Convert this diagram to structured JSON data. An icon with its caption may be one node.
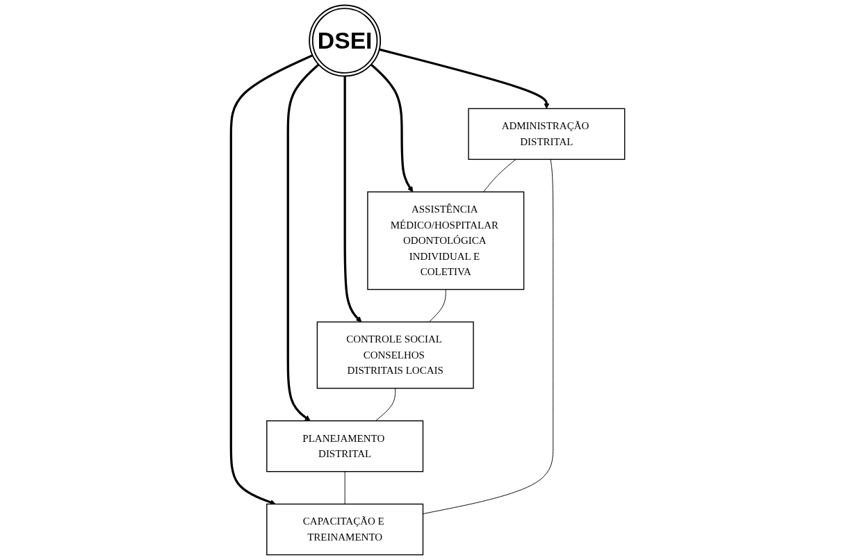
{
  "diagram": {
    "nodes": [
      {
        "text": [
          "ADMINISTRAÇÃO DISTRITAL"
        ]
      },
      {
        "text": [
          "ASSISTÊNCIA MÉDICO/HOSPITALAR ODONTOLÓGICA INDIVIDUAL E COLETIVA"
        ]
      },
      {
        "text": [
          "CAPACITAÇÃO E TREINAMENTO"
        ]
      },
      {
        "text": [
          "DSEI"
        ]
      },
      {
        "text": [
          "CONTROLE SOCIAL CONSELHOS DISTRITAIS LOCAIS"
        ]
      },
      {
        "text": [
          "PLANEJAMENTO DISTRITAL"
        ]
      }
    ],
    "edges": [
      {
        "from": 3,
        "to": 0,
        "arrow": "to",
        "style": "thick"
      },
      {
        "from": 3,
        "to": 1,
        "arrow": "to",
        "style": "thick"
      },
      {
        "from": 3,
        "to": 2,
        "arrow": "to",
        "style": "thick"
      },
      {
        "from": 3,
        "to": 4,
        "arrow": "to",
        "style": "thick"
      },
      {
        "from": 3,
        "to": 5,
        "arrow": "to",
        "style": "thick"
      },
      {
        "from": 0,
        "to": 1,
        "arrow": "none"
      },
      {
        "from": 1,
        "to": 4,
        "arrow": "none"
      },
      {
        "from": 4,
        "to": 5,
        "arrow": "none"
      },
      {
        "from": 5,
        "to": 2,
        "arrow": "none"
      },
      {
        "from": 2,
        "to": 0,
        "arrow": "none"
      }
    ]
  }
}
